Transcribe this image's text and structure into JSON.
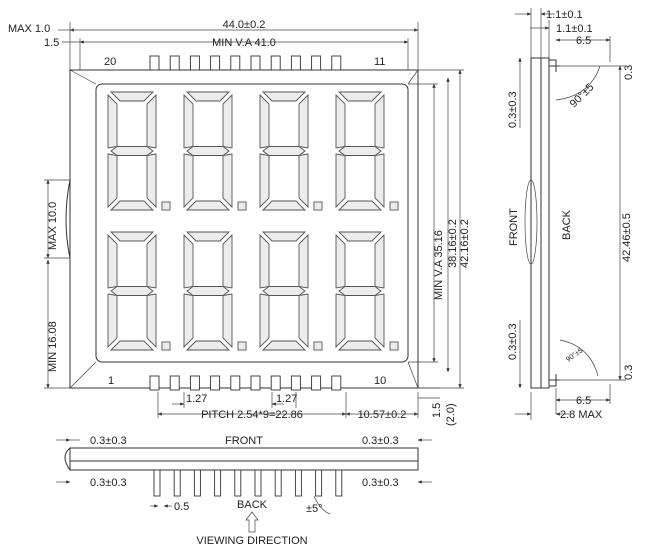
{
  "front_view": {
    "top_dims": {
      "max_1_0": "MAX 1.0",
      "d_1_5": "1.5",
      "overall_width": "44.0±0.2",
      "min_va_width": "MIN V.A 41.0"
    },
    "pin_labels": {
      "top_left": "20",
      "top_right": "11",
      "bottom_left": "1",
      "bottom_right": "10"
    },
    "left_dims": {
      "max_10": "MAX 10.0",
      "min_16": "MIN 16.08"
    },
    "right_dims": {
      "min_va_height": "MIN V.A 35.16",
      "height_inner": "38.16±0.2",
      "height_outer": "42.16±0.2"
    },
    "bottom_dims": {
      "pitch_a": "1.27",
      "pitch_b": "1.27",
      "pitch_total": "PITCH 2.54*9=22.86",
      "edge": "10.57±0.2",
      "d_1_5": "1.5",
      "d_2_0": "(2.0)"
    },
    "digit_count": 8
  },
  "side_view": {
    "top_dims": {
      "a": "1.1±0.1",
      "b": "1.1±0.1",
      "c": "6.5",
      "d": "0.3"
    },
    "angle_top": "90°±5",
    "left_dims": {
      "top": "0.3±0.3",
      "bottom": "0.3±0.3"
    },
    "labels": {
      "front": "FRONT",
      "back": "BACK"
    },
    "height": "42.46±0.5",
    "angle_bottom": "90°±5",
    "bottom_dims": {
      "right": "0.3",
      "width": "6.5",
      "max": "2.8 MAX"
    }
  },
  "bottom_view": {
    "front_label": "FRONT",
    "left_top": "0.3±0.3",
    "right_top": "0.3±0.3",
    "left_bottom": "0.3±0.3",
    "right_bottom": "0.3±0.3",
    "pin_width": "0.5",
    "back_label": "BACK",
    "angle": "±5°",
    "viewing_direction": "VIEWING DIRECTION"
  }
}
